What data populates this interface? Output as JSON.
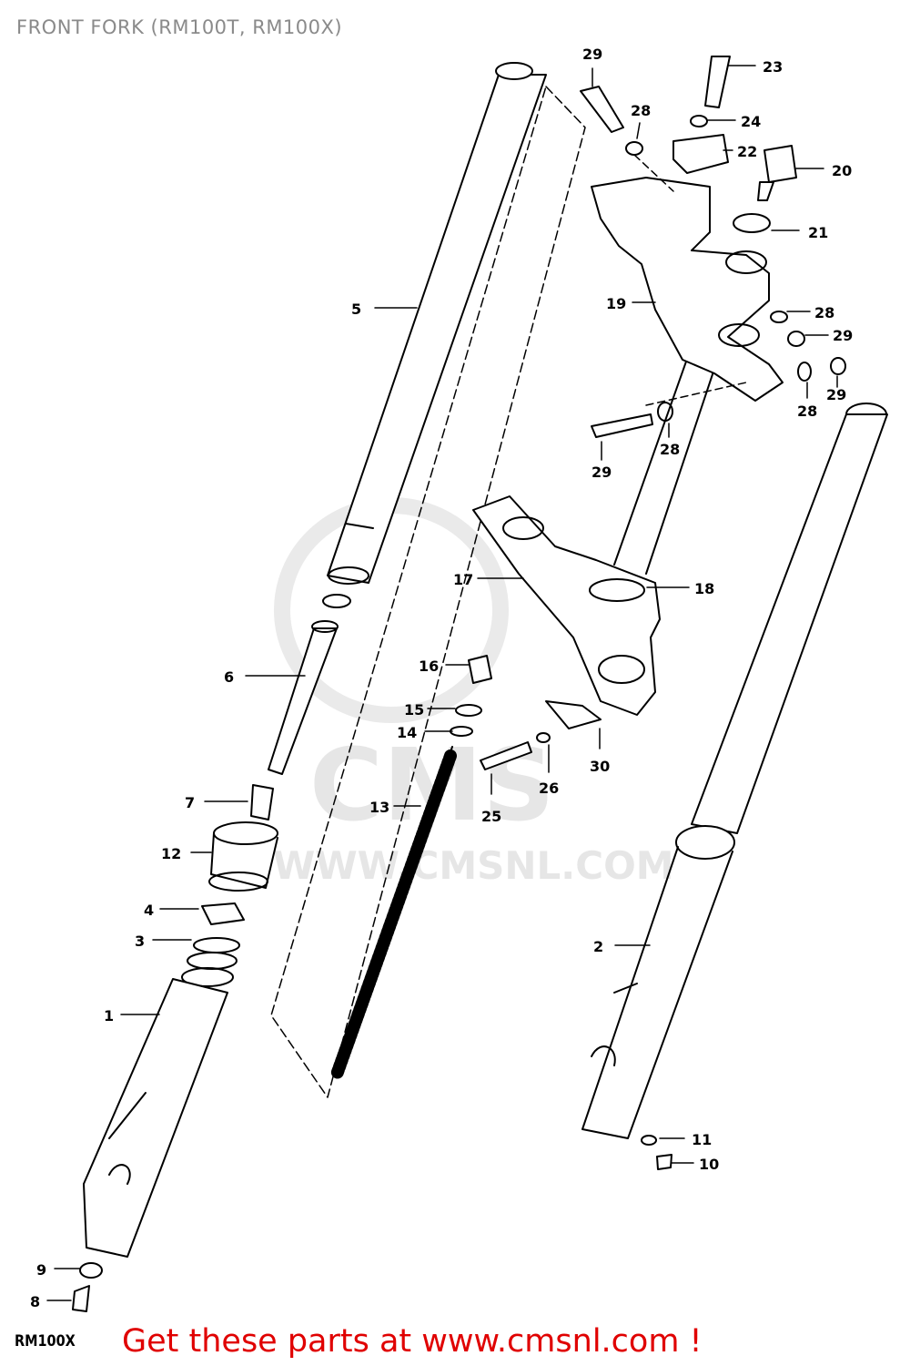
{
  "title": "FRONT FORK (RM100T, RM100X)",
  "model_code": "RM100X",
  "footer_promo": "Get these parts at www.cmsnl.com !",
  "watermark": {
    "text": "WWW.CMSNL.COM",
    "logo_text": "CMS"
  },
  "colors": {
    "promo": "#e00000",
    "title": "#8a8a8a",
    "line": "#000000",
    "watermark": "#e6e6e6"
  },
  "callouts": [
    "29",
    "23",
    "28",
    "24",
    "22",
    "20",
    "21",
    "19",
    "28",
    "29",
    "28",
    "29",
    "28",
    "29",
    "5",
    "18",
    "17",
    "16",
    "6",
    "15",
    "14",
    "30",
    "26",
    "13",
    "25",
    "7",
    "12",
    "4",
    "3",
    "2",
    "1",
    "11",
    "10",
    "9",
    "8"
  ]
}
